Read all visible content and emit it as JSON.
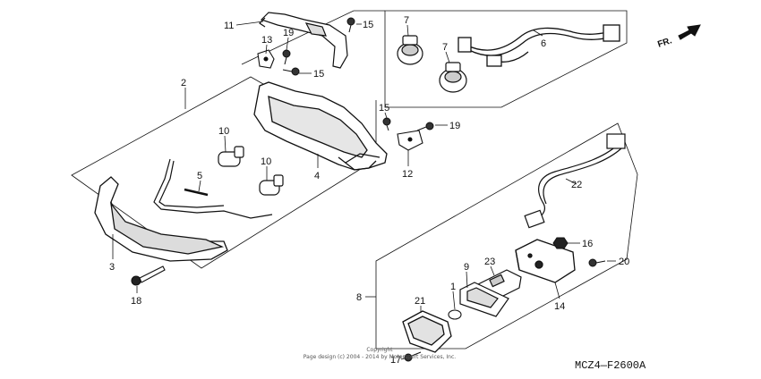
{
  "callouts": {
    "c1": "1",
    "c2": "2",
    "c3": "3",
    "c4": "4",
    "c5": "5",
    "c6": "6",
    "c7a": "7",
    "c7b": "7",
    "c8": "8",
    "c9": "9",
    "c10a": "10",
    "c10b": "10",
    "c11": "11",
    "c12": "12",
    "c13": "13",
    "c14": "14",
    "c15a": "15",
    "c15b": "15",
    "c15c": "15",
    "c16": "16",
    "c17": "17",
    "c18": "18",
    "c19a": "19",
    "c19b": "19",
    "c20": "20",
    "c21": "21",
    "c22": "22",
    "c23": "23"
  },
  "direction_label": "FR.",
  "diagram_code": "MCZ4—F2600A",
  "copyright": {
    "line1": "Copyright",
    "line2": "Page design (c) 2004 - 2014 by Motorsport Services, Inc."
  },
  "colors": {
    "ink": "#111111",
    "background": "#ffffff"
  }
}
